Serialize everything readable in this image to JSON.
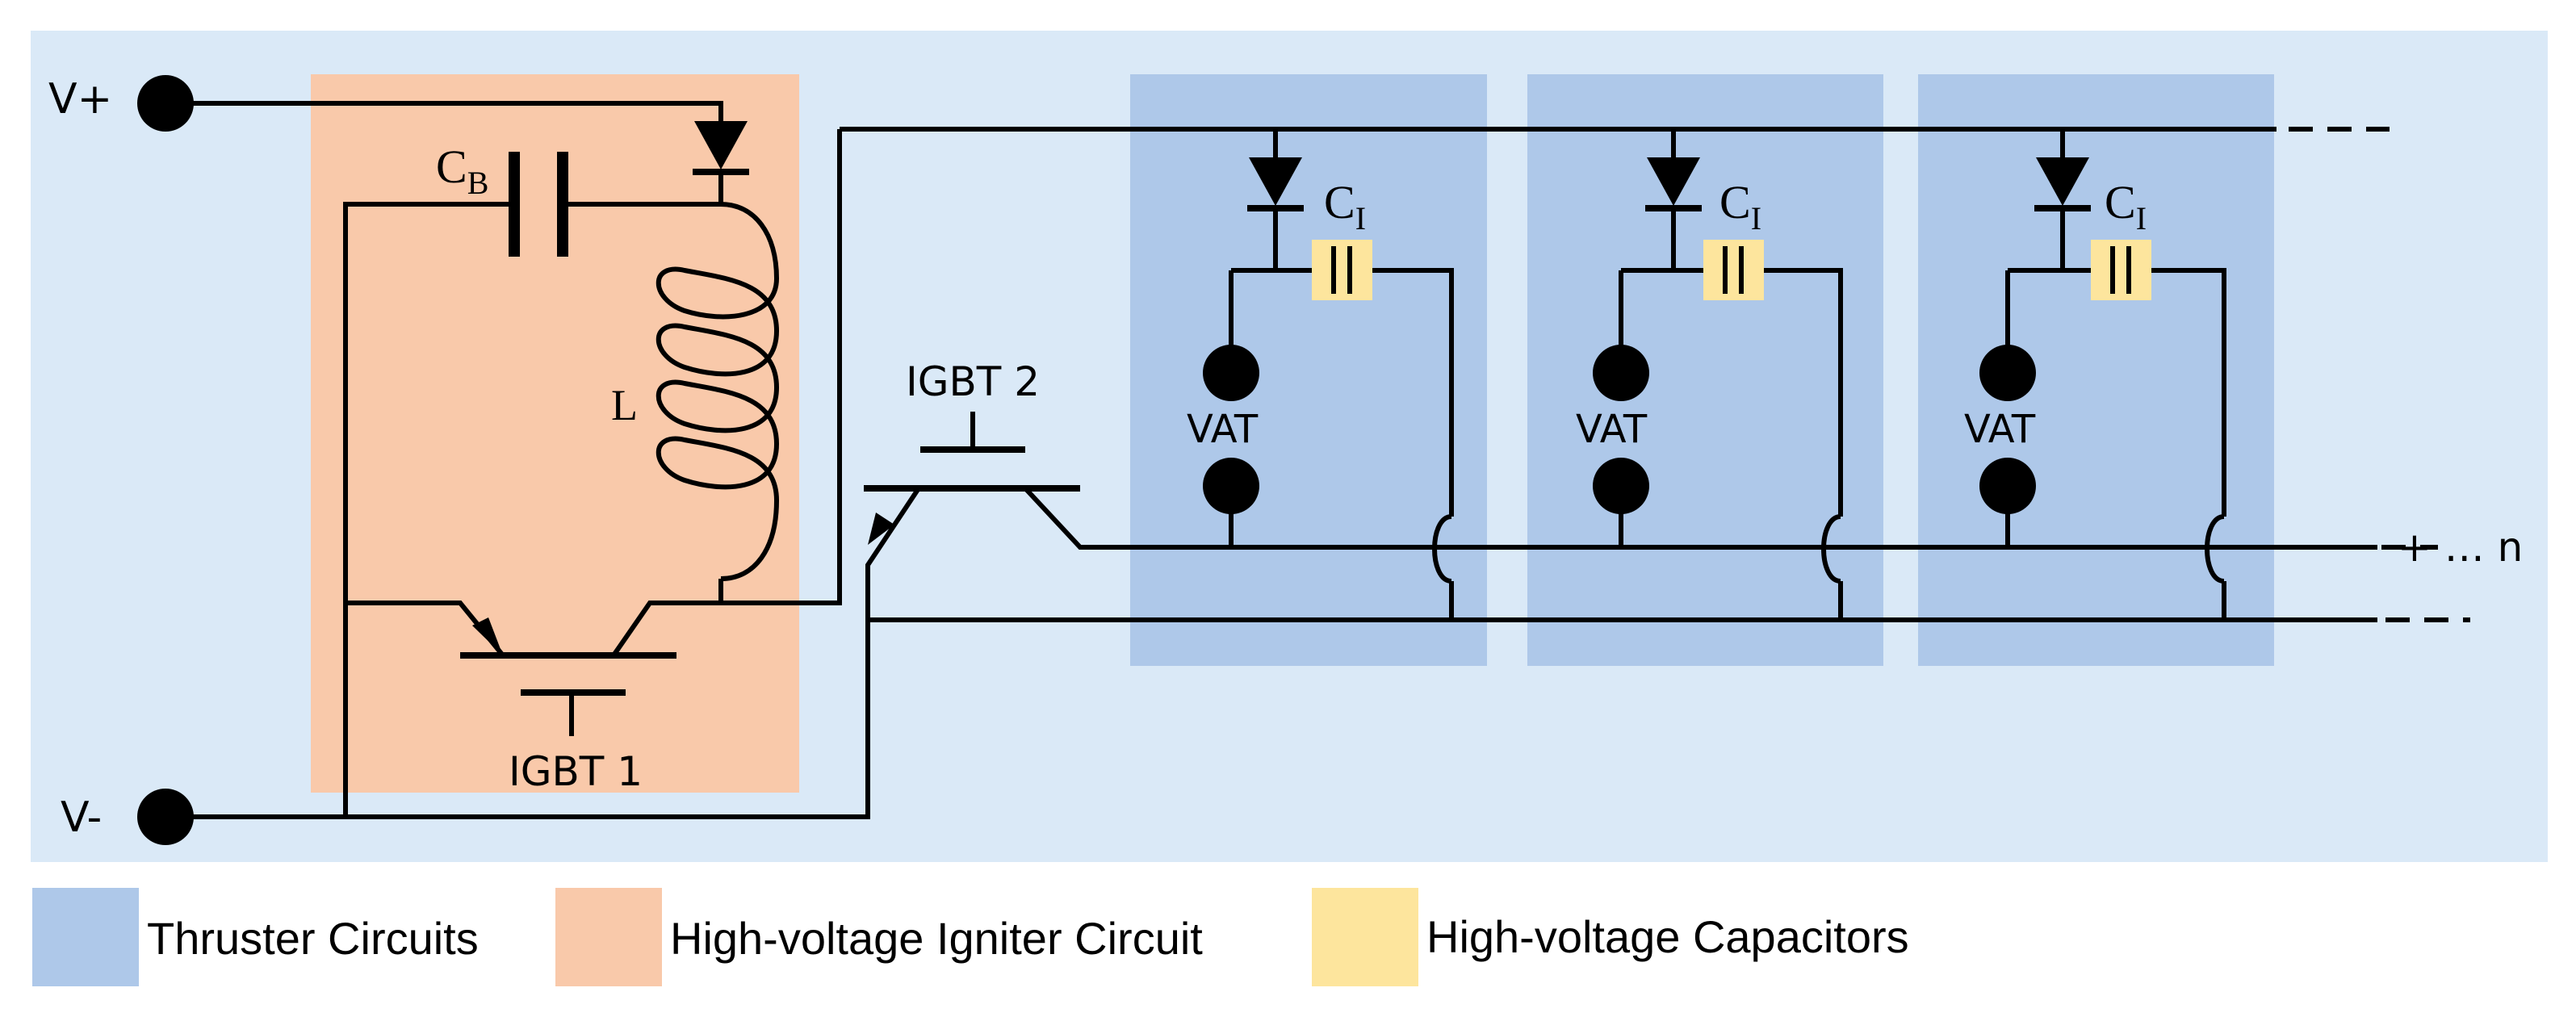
{
  "colors": {
    "panel_bg": "#dae9f7",
    "thruster": "#aec8e9",
    "igniter": "#f9c9aa",
    "capacitor": "#fde59d",
    "wire": "#000000"
  },
  "terminals": {
    "v_plus": "V+",
    "v_minus": "V-"
  },
  "igniter": {
    "cap_label_main": "C",
    "cap_label_sub": "B",
    "inductor_label": "L",
    "igbt1_label": "IGBT 1"
  },
  "igbt2_label": "IGBT 2",
  "thrusters": [
    {
      "cap_label_main": "C",
      "cap_label_sub": "I",
      "vat_label": "VAT"
    },
    {
      "cap_label_main": "C",
      "cap_label_sub": "I",
      "vat_label": "VAT"
    },
    {
      "cap_label_main": "C",
      "cap_label_sub": "I",
      "vat_label": "VAT"
    }
  ],
  "continuation_label": "+ … n",
  "legend": [
    {
      "label": "Thruster Circuits",
      "color": "#aec8e9"
    },
    {
      "label": "High-voltage Igniter Circuit",
      "color": "#f9c9aa"
    },
    {
      "label": "High-voltage Capacitors",
      "color": "#fde59d"
    }
  ],
  "icons": [
    "diode-icon",
    "capacitor-icon",
    "inductor-icon",
    "igbt-icon",
    "terminal-icon",
    "electrode-icon"
  ]
}
